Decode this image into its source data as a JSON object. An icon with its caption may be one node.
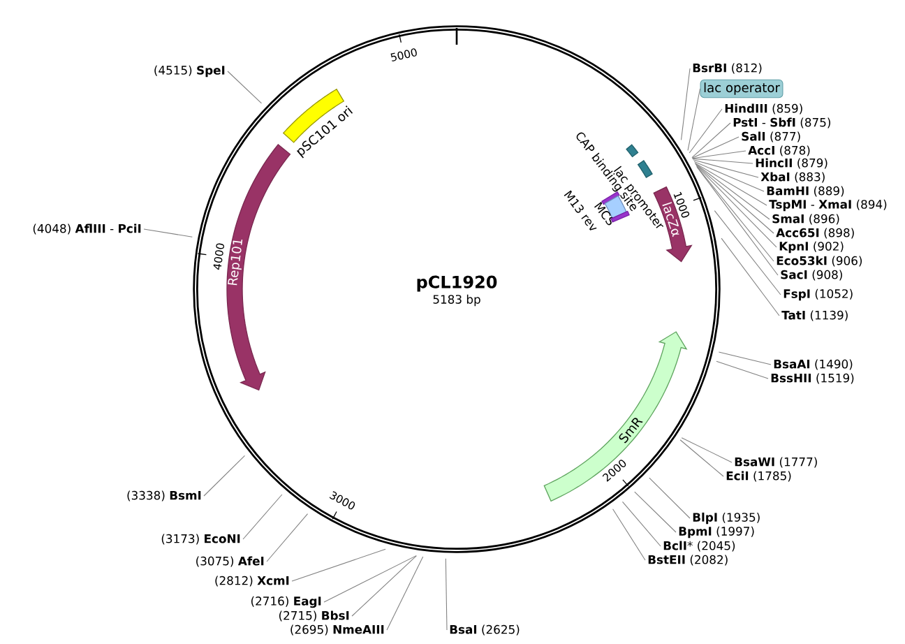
{
  "diagram": {
    "title": "pCL1920",
    "nodes": [
      {
        "text": [
          "pSC101 ori"
        ]
      },
      {
        "text": [
          "Rep101"
        ]
      },
      {
        "text": [
          "lac operator"
        ]
      },
      {
        "text": [
          "CAP binding site"
        ]
      },
      {
        "text": [
          "lac promoter"
        ]
      },
      {
        "text": [
          "M13 rev"
        ]
      },
      {
        "text": [
          "MCS"
        ]
      },
      {
        "text": [
          "lacZα"
        ]
      },
      {
        "text": [
          "SmR"
        ]
      },
      {
        "text": [
          "**BsrBI** (812)"
        ]
      },
      {
        "text": [
          "**HindIII** (859)"
        ]
      },
      {
        "text": [
          "**PstI** - **SbfI** (875)"
        ]
      },
      {
        "text": [
          "**SalI** (877)"
        ]
      },
      {
        "text": [
          "**AccI** (878)"
        ]
      },
      {
        "text": [
          "**HincII** (879)"
        ]
      },
      {
        "text": [
          "**XbaI** (883)"
        ]
      },
      {
        "text": [
          "**BamHI** (889)"
        ]
      },
      {
        "text": [
          "**TspMI** - **XmaI** (894)"
        ]
      },
      {
        "text": [
          "**SmaI** (896)"
        ]
      },
      {
        "text": [
          "**Acc65I** (898)"
        ]
      },
      {
        "text": [
          "**KpnI** (902)"
        ]
      },
      {
        "text": [
          "**Eco53kI** (906)"
        ]
      },
      {
        "text": [
          "**SacI** (908)"
        ]
      },
      {
        "text": [
          "**FspI** (1052)"
        ]
      },
      {
        "text": [
          "**TatI** (1139)"
        ]
      },
      {
        "text": [
          "**BsaAI** (1490)"
        ]
      },
      {
        "text": [
          "**BssHII** (1519)"
        ]
      },
      {
        "text": [
          "**BsaWI** (1777)"
        ]
      },
      {
        "text": [
          "**EciI** (1785)"
        ]
      },
      {
        "text": [
          "**BlpI** (1935)"
        ]
      },
      {
        "text": [
          "**BpmI** (1997)"
        ]
      },
      {
        "text": [
          "**BclI*** (2045)"
        ]
      },
      {
        "text": [
          "**BstEII** (2082)"
        ]
      },
      {
        "text": [
          "**BsaI** (2625)"
        ]
      },
      {
        "text": [
          "(2695) **NmeAIII**"
        ]
      },
      {
        "text": [
          "(2715) **BbsI**"
        ]
      },
      {
        "text": [
          "(2716) **EagI**"
        ]
      },
      {
        "text": [
          "(2812) **XcmI**"
        ]
      },
      {
        "text": [
          "(3075) **AfeI**"
        ]
      },
      {
        "text": [
          "(3173) **EcoNI**"
        ]
      },
      {
        "text": [
          "(3338) **BsmI**"
        ]
      },
      {
        "text": [
          "(4048) **AflIII** - **PciI**"
        ]
      },
      {
        "text": [
          "(4515) **SpeI**"
        ]
      }
    ],
    "edges": [
      {
        "from": 2,
        "to": null,
        "arrow": "none"
      },
      {
        "from": 9,
        "to": null,
        "arrow": "none"
      },
      {
        "from": 10,
        "to": null,
        "arrow": "none"
      },
      {
        "from": 11,
        "to": null,
        "arrow": "none"
      },
      {
        "from": 12,
        "to": null,
        "arrow": "none"
      },
      {
        "from": 13,
        "to": null,
        "arrow": "none"
      },
      {
        "from": 14,
        "to": null,
        "arrow": "none"
      },
      {
        "from": 15,
        "to": null,
        "arrow": "none"
      },
      {
        "from": 16,
        "to": null,
        "arrow": "none"
      },
      {
        "from": 17,
        "to": null,
        "arrow": "none"
      },
      {
        "from": 18,
        "to": null,
        "arrow": "none"
      },
      {
        "from": 19,
        "to": null,
        "arrow": "none"
      },
      {
        "from": 20,
        "to": null,
        "arrow": "none"
      },
      {
        "from": 21,
        "to": null,
        "arrow": "none"
      },
      {
        "from": 22,
        "to": null,
        "arrow": "none"
      },
      {
        "from": 23,
        "to": null,
        "arrow": "none"
      },
      {
        "from": 24,
        "to": null,
        "arrow": "none"
      },
      {
        "from": 25,
        "to": null,
        "arrow": "none"
      },
      {
        "from": 26,
        "to": null,
        "arrow": "none"
      },
      {
        "from": 27,
        "to": null,
        "arrow": "none"
      },
      {
        "from": 28,
        "to": null,
        "arrow": "none"
      },
      {
        "from": 29,
        "to": null,
        "arrow": "none"
      },
      {
        "from": 30,
        "to": null,
        "arrow": "none"
      },
      {
        "from": 31,
        "to": null,
        "arrow": "none"
      },
      {
        "from": 32,
        "to": null,
        "arrow": "none"
      },
      {
        "from": 33,
        "to": null,
        "arrow": "none"
      },
      {
        "from": 34,
        "to": null,
        "arrow": "none"
      },
      {
        "from": 35,
        "to": null,
        "arrow": "none"
      },
      {
        "from": 36,
        "to": null,
        "arrow": "none"
      },
      {
        "from": 37,
        "to": null,
        "arrow": "none"
      },
      {
        "from": 38,
        "to": null,
        "arrow": "none"
      },
      {
        "from": 39,
        "to": null,
        "arrow": "none"
      },
      {
        "from": 40,
        "to": null,
        "arrow": "none"
      },
      {
        "from": 41,
        "to": null,
        "arrow": "none"
      },
      {
        "from": 42,
        "to": null,
        "arrow": "none"
      }
    ],
    "labels": [
      "5183 bp",
      "1000",
      "2000",
      "3000",
      "4000",
      "5000"
    ]
  }
}
